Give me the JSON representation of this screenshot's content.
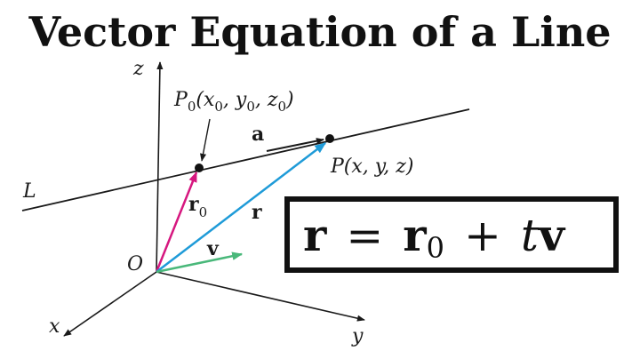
{
  "title": "Vector Equation of a Line",
  "axes": {
    "z": "z",
    "x": "x",
    "y": "y",
    "origin": "O"
  },
  "line_label": "L",
  "point_p0": {
    "name": "P",
    "sub": "0",
    "coords_open": "(x",
    "x_sub": "0",
    "sep1": ", y",
    "y_sub": "0",
    "sep2": ", z",
    "z_sub": "0",
    "close": ")"
  },
  "point_p": "P(x, y, z)",
  "vectors": {
    "a": "a",
    "r": "r",
    "r0_main": "r",
    "r0_sub": "0",
    "v": "v"
  },
  "equation": {
    "r": "r",
    "eq": "=",
    "r0_main": "r",
    "r0_sub": "0",
    "plus": "+",
    "t": "t",
    "v": "v"
  },
  "colors": {
    "r0_vector": "#d6177f",
    "r_vector": "#1f9bd8",
    "v_vector": "#49b87a",
    "line": "#1a1a1a",
    "axes": "#1a1a1a"
  }
}
